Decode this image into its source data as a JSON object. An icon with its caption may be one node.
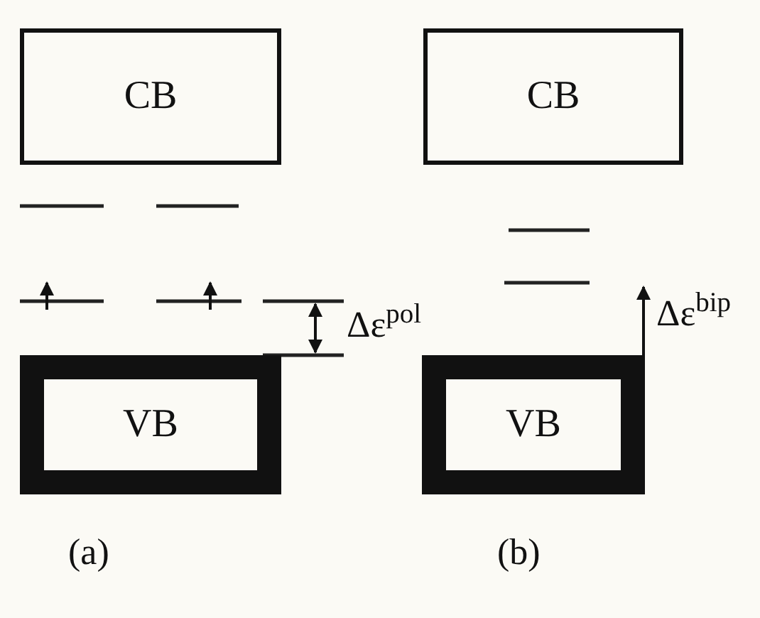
{
  "diagram": {
    "nodes": [
      {
        "text": [
          "CB"
        ]
      },
      {
        "text": [
          "VB"
        ]
      },
      {
        "text": [
          "CB"
        ]
      },
      {
        "text": [
          "VB"
        ]
      }
    ],
    "labels": [
      "Δε$^{pol}$",
      "Δε$^{bip}$",
      "(a)",
      "(b)"
    ]
  }
}
